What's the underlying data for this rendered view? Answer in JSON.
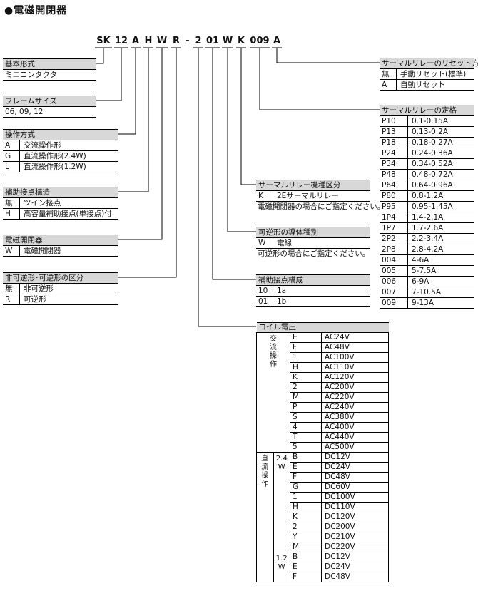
{
  "title": "●電磁開閉器",
  "codes": [
    "SK",
    "12",
    "A",
    "H",
    "W",
    "R",
    "-",
    "2",
    "01",
    "W",
    "K",
    "009",
    "A"
  ],
  "basic": {
    "header": "基本形式",
    "value": "ミニコンタクタ"
  },
  "frame": {
    "header": "フレームサイズ",
    "value": "06, 09, 12"
  },
  "operation": {
    "header": "操作方式",
    "rows": [
      {
        "code": "A",
        "label": "交流操作形"
      },
      {
        "code": "G",
        "label": "直流操作形(2.4W)"
      },
      {
        "code": "L",
        "label": "直流操作形(1.2W)"
      }
    ]
  },
  "aux_structure": {
    "header": "補助接点構造",
    "rows": [
      {
        "code": "無",
        "label": "ツイン接点"
      },
      {
        "code": "H",
        "label": "高容量補助接点(単接点)付"
      }
    ]
  },
  "switch": {
    "header": "電磁開閉器",
    "rows": [
      {
        "code": "W",
        "label": "電磁開閉器"
      }
    ]
  },
  "reversible": {
    "header": "非可逆形･可逆形の区分",
    "rows": [
      {
        "code": "無",
        "label": "非可逆形"
      },
      {
        "code": "R",
        "label": "可逆形"
      }
    ]
  },
  "reset": {
    "header": "サーマルリレーのリセット方式",
    "rows": [
      {
        "code": "無",
        "label": "手動リセット(標準)"
      },
      {
        "code": "A",
        "label": "自動リセット"
      }
    ]
  },
  "rating": {
    "header": "サーマルリレーの定格",
    "rows": [
      {
        "code": "P10",
        "label": "0.1-0.15A"
      },
      {
        "code": "P13",
        "label": "0.13-0.2A"
      },
      {
        "code": "P18",
        "label": "0.18-0.27A"
      },
      {
        "code": "P24",
        "label": "0.24-0.36A"
      },
      {
        "code": "P34",
        "label": "0.34-0.52A"
      },
      {
        "code": "P48",
        "label": "0.48-0.72A"
      },
      {
        "code": "P64",
        "label": "0.64-0.96A"
      },
      {
        "code": "P80",
        "label": "0.8-1.2A"
      },
      {
        "code": "P95",
        "label": "0.95-1.45A"
      },
      {
        "code": "1P4",
        "label": "1.4-2.1A"
      },
      {
        "code": "1P7",
        "label": "1.7-2.6A"
      },
      {
        "code": "2P2",
        "label": "2.2-3.4A"
      },
      {
        "code": "2P8",
        "label": "2.8-4.2A"
      },
      {
        "code": "004",
        "label": "4-6A"
      },
      {
        "code": "005",
        "label": "5-7.5A"
      },
      {
        "code": "006",
        "label": "6-9A"
      },
      {
        "code": "007",
        "label": "7-10.5A"
      },
      {
        "code": "009",
        "label": "9-13A"
      }
    ]
  },
  "thermal_type": {
    "header": "サーマルリレー機種区分",
    "rows": [
      {
        "code": "K",
        "label": "2Eサーマルリレー"
      }
    ],
    "note": "電磁開閉器の場合にご指定ください。"
  },
  "conductor": {
    "header": "可逆形の導体種別",
    "rows": [
      {
        "code": "W",
        "label": "電線"
      }
    ],
    "note": "可逆形の場合にご指定ください。"
  },
  "aux_config": {
    "header": "補助接点構成",
    "rows": [
      {
        "code": "10",
        "label": "1a"
      },
      {
        "code": "01",
        "label": "1b"
      }
    ]
  },
  "coil": {
    "header": "コイル電圧",
    "ac_group": "交流操作",
    "dc_group": "直流操作",
    "dc24_label": "2.4 W",
    "dc12_label": "1.2 W",
    "ac": [
      {
        "code": "E",
        "v": "AC24V"
      },
      {
        "code": "F",
        "v": "AC48V"
      },
      {
        "code": "1",
        "v": "AC100V"
      },
      {
        "code": "H",
        "v": "AC110V"
      },
      {
        "code": "K",
        "v": "AC120V"
      },
      {
        "code": "2",
        "v": "AC200V"
      },
      {
        "code": "M",
        "v": "AC220V"
      },
      {
        "code": "P",
        "v": "AC240V"
      },
      {
        "code": "S",
        "v": "AC380V"
      },
      {
        "code": "4",
        "v": "AC400V"
      },
      {
        "code": "T",
        "v": "AC440V"
      },
      {
        "code": "5",
        "v": "AC500V"
      }
    ],
    "dc24": [
      {
        "code": "B",
        "v": "DC12V"
      },
      {
        "code": "E",
        "v": "DC24V"
      },
      {
        "code": "F",
        "v": "DC48V"
      },
      {
        "code": "G",
        "v": "DC60V"
      },
      {
        "code": "1",
        "v": "DC100V"
      },
      {
        "code": "H",
        "v": "DC110V"
      },
      {
        "code": "K",
        "v": "DC120V"
      },
      {
        "code": "2",
        "v": "DC200V"
      },
      {
        "code": "Y",
        "v": "DC210V"
      },
      {
        "code": "M",
        "v": "DC220V"
      }
    ],
    "dc12": [
      {
        "code": "B",
        "v": "DC12V"
      },
      {
        "code": "E",
        "v": "DC24V"
      },
      {
        "code": "F",
        "v": "DC48V"
      }
    ]
  }
}
